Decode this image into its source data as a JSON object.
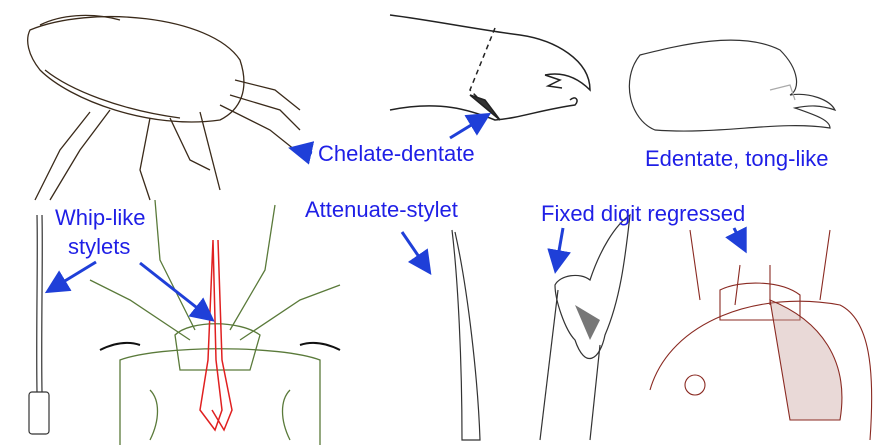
{
  "labels": {
    "chelate_dentate": "Chelate-dentate",
    "edentate": "Edentate, tong-like",
    "whip_line1": "Whip-like",
    "whip_line2": "stylets",
    "attenuate": "Attenuate-stylet",
    "fixed_digit": "Fixed digit regressed"
  },
  "colors": {
    "label": "#1f1fe6",
    "arrow": "#1f3fd8",
    "ink": "#3a2a1a",
    "green_ink": "#5a7a3a",
    "red_ink": "#e02020",
    "brown_red_ink": "#8a2a22"
  }
}
